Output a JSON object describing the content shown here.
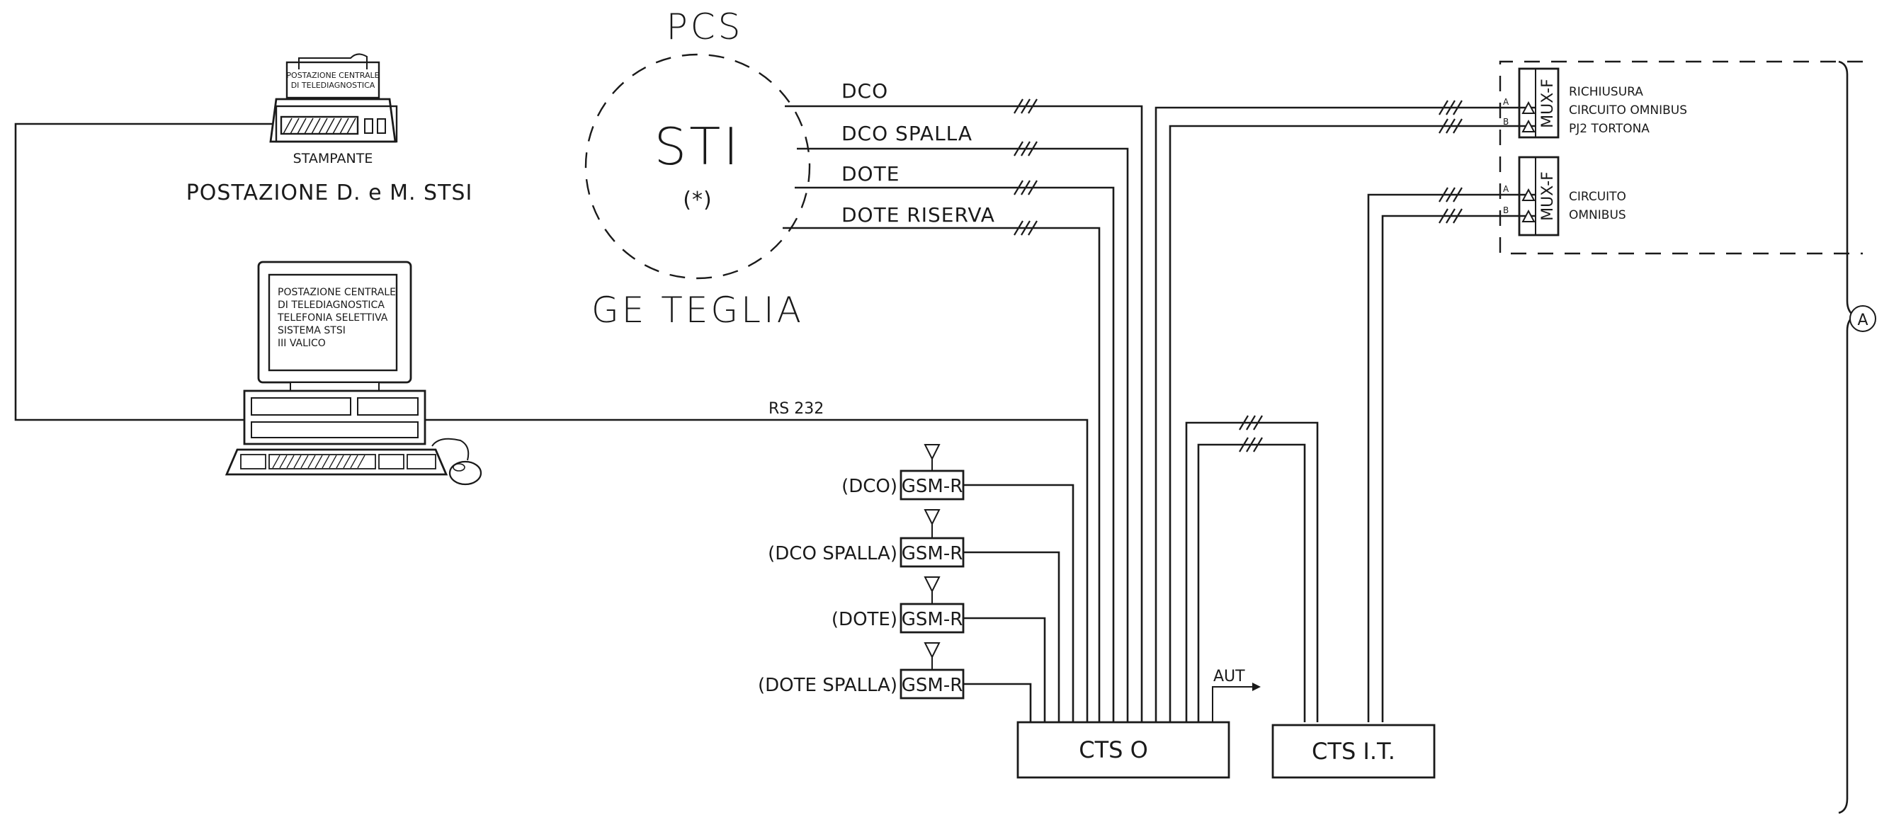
{
  "pcs": {
    "top_label": "PCS",
    "center_label": "STI",
    "note": "(*)",
    "bottom_label": "GE TEGLIA"
  },
  "lines": {
    "dco": "DCO",
    "dco_spalla": "DCO SPALLA",
    "dote": "DOTE",
    "dote_riserva": "DOTE RISERVA",
    "rs232": "RS 232",
    "aut": "AUT"
  },
  "printer": {
    "paper_line1": "POSTAZIONE CENTRALE",
    "paper_line2": "DI TELEDIAGNOSTICA",
    "label": "STAMPANTE"
  },
  "station": {
    "label": "POSTAZIONE D. e M. STSI",
    "screen_lines": [
      "POSTAZIONE CENTRALE",
      "DI TELEDIAGNOSTICA",
      "TELEFONIA SELETTIVA",
      "SISTEMA STSI",
      "III VALICO"
    ]
  },
  "gsm": [
    {
      "label": "(DCO)",
      "box": "GSM-R"
    },
    {
      "label": "(DCO SPALLA)",
      "box": "GSM-R"
    },
    {
      "label": "(DOTE)",
      "box": "GSM-R"
    },
    {
      "label": "(DOTE SPALLA)",
      "box": "GSM-R"
    }
  ],
  "cts": {
    "o": "CTS O",
    "it": "CTS I.T."
  },
  "mux": [
    {
      "name": "MUX-F",
      "port_a": "A",
      "port_b": "B",
      "description": [
        "RICHIUSURA",
        "CIRCUITO OMNIBUS",
        "PJ2 TORTONA"
      ]
    },
    {
      "name": "MUX-F",
      "port_a": "A",
      "port_b": "B",
      "description": [
        "CIRCUITO",
        "OMNIBUS"
      ]
    }
  ],
  "marker": "A"
}
